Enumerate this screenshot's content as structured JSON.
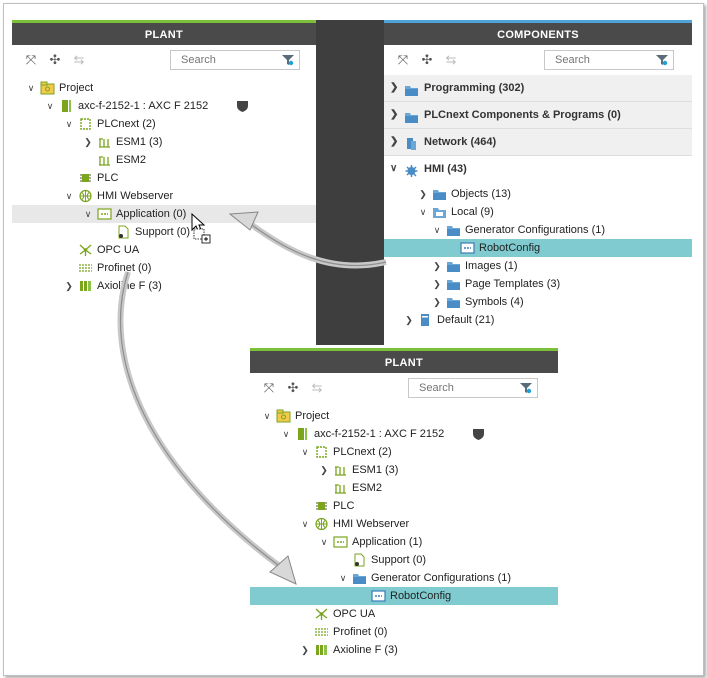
{
  "plant_top": {
    "title": "PLANT",
    "search_placeholder": "Search",
    "tree": [
      {
        "label": "Project",
        "depth": 0,
        "toggle": "open",
        "icon": "project-icon"
      },
      {
        "label": "axc-f-2152-1 : AXC F 2152",
        "depth": 1,
        "toggle": "open",
        "icon": "controller-icon",
        "badge": "shield-icon"
      },
      {
        "label": "PLCnext (2)",
        "depth": 2,
        "toggle": "open",
        "icon": "plcnext-icon"
      },
      {
        "label": "ESM1 (3)",
        "depth": 3,
        "toggle": "closed",
        "icon": "esm-icon"
      },
      {
        "label": "ESM2",
        "depth": 3,
        "toggle": "",
        "icon": "esm-icon"
      },
      {
        "label": "PLC",
        "depth": 2,
        "toggle": "",
        "icon": "chip-icon"
      },
      {
        "label": "HMI Webserver",
        "depth": 2,
        "toggle": "open",
        "icon": "globe-icon"
      },
      {
        "label": "Application (0)",
        "depth": 3,
        "toggle": "open",
        "icon": "application-icon",
        "state": "hover"
      },
      {
        "label": "Support (0)",
        "depth": 4,
        "toggle": "",
        "icon": "support-icon"
      },
      {
        "label": "OPC UA",
        "depth": 2,
        "toggle": "",
        "icon": "opcua-icon"
      },
      {
        "label": "Profinet (0)",
        "depth": 2,
        "toggle": "",
        "icon": "profinet-icon"
      },
      {
        "label": "Axioline F (3)",
        "depth": 2,
        "toggle": "closed",
        "icon": "axioline-icon"
      }
    ]
  },
  "components": {
    "title": "COMPONENTS",
    "search_placeholder": "Search",
    "categories": [
      {
        "label": "Programming (302)",
        "toggle": "closed",
        "icon": "folder-icon"
      },
      {
        "label": "PLCnext Components & Programs (0)",
        "toggle": "closed",
        "icon": "folder-icon"
      },
      {
        "label": "Network (464)",
        "toggle": "closed",
        "icon": "network-icon"
      },
      {
        "label": "HMI (43)",
        "toggle": "open",
        "icon": "hmi-icon"
      }
    ],
    "tree": [
      {
        "label": "Objects (13)",
        "depth": 0,
        "toggle": "closed",
        "icon": "folder-icon"
      },
      {
        "label": "Local (9)",
        "depth": 0,
        "toggle": "open",
        "icon": "local-folder-icon"
      },
      {
        "label": "Generator Configurations (1)",
        "depth": 1,
        "toggle": "open",
        "icon": "folder-icon"
      },
      {
        "label": "RobotConfig",
        "depth": 2,
        "toggle": "",
        "icon": "config-icon",
        "state": "selected"
      },
      {
        "label": "Images (1)",
        "depth": 1,
        "toggle": "closed",
        "icon": "folder-icon"
      },
      {
        "label": "Page Templates (3)",
        "depth": 1,
        "toggle": "closed",
        "icon": "folder-icon"
      },
      {
        "label": "Symbols (4)",
        "depth": 1,
        "toggle": "closed",
        "icon": "folder-icon"
      },
      {
        "label": "Default (21)",
        "depth": -1,
        "toggle": "closed",
        "icon": "default-icon"
      }
    ]
  },
  "plant_bottom": {
    "title": "PLANT",
    "search_placeholder": "Search",
    "tree": [
      {
        "label": "Project",
        "depth": 0,
        "toggle": "open",
        "icon": "project-icon"
      },
      {
        "label": "axc-f-2152-1 : AXC F 2152",
        "depth": 1,
        "toggle": "open",
        "icon": "controller-icon",
        "badge": "shield-icon"
      },
      {
        "label": "PLCnext (2)",
        "depth": 2,
        "toggle": "open",
        "icon": "plcnext-icon"
      },
      {
        "label": "ESM1 (3)",
        "depth": 3,
        "toggle": "closed",
        "icon": "esm-icon"
      },
      {
        "label": "ESM2",
        "depth": 3,
        "toggle": "",
        "icon": "esm-icon"
      },
      {
        "label": "PLC",
        "depth": 2,
        "toggle": "",
        "icon": "chip-icon"
      },
      {
        "label": "HMI Webserver",
        "depth": 2,
        "toggle": "open",
        "icon": "globe-icon"
      },
      {
        "label": "Application (1)",
        "depth": 3,
        "toggle": "open",
        "icon": "application-icon"
      },
      {
        "label": "Support (0)",
        "depth": 4,
        "toggle": "",
        "icon": "support-icon"
      },
      {
        "label": "Generator Configurations (1)",
        "depth": 4,
        "toggle": "open",
        "icon": "folder-icon"
      },
      {
        "label": "RobotConfig",
        "depth": 5,
        "toggle": "",
        "icon": "config-icon",
        "state": "selected"
      },
      {
        "label": "OPC UA",
        "depth": 2,
        "toggle": "",
        "icon": "opcua-icon"
      },
      {
        "label": "Profinet (0)",
        "depth": 2,
        "toggle": "",
        "icon": "profinet-icon"
      },
      {
        "label": "Axioline F (3)",
        "depth": 2,
        "toggle": "closed",
        "icon": "axioline-icon"
      }
    ]
  },
  "toolbar_icons": [
    "expand-all-icon",
    "collapse-all-icon",
    "sync-icon"
  ],
  "colors": {
    "header": "#4a4a4a",
    "plant_accent": "#7cbf3a",
    "components_accent": "#4fa3d9",
    "selection": "#7fcbcf",
    "icon_green": "#7aa51d"
  }
}
